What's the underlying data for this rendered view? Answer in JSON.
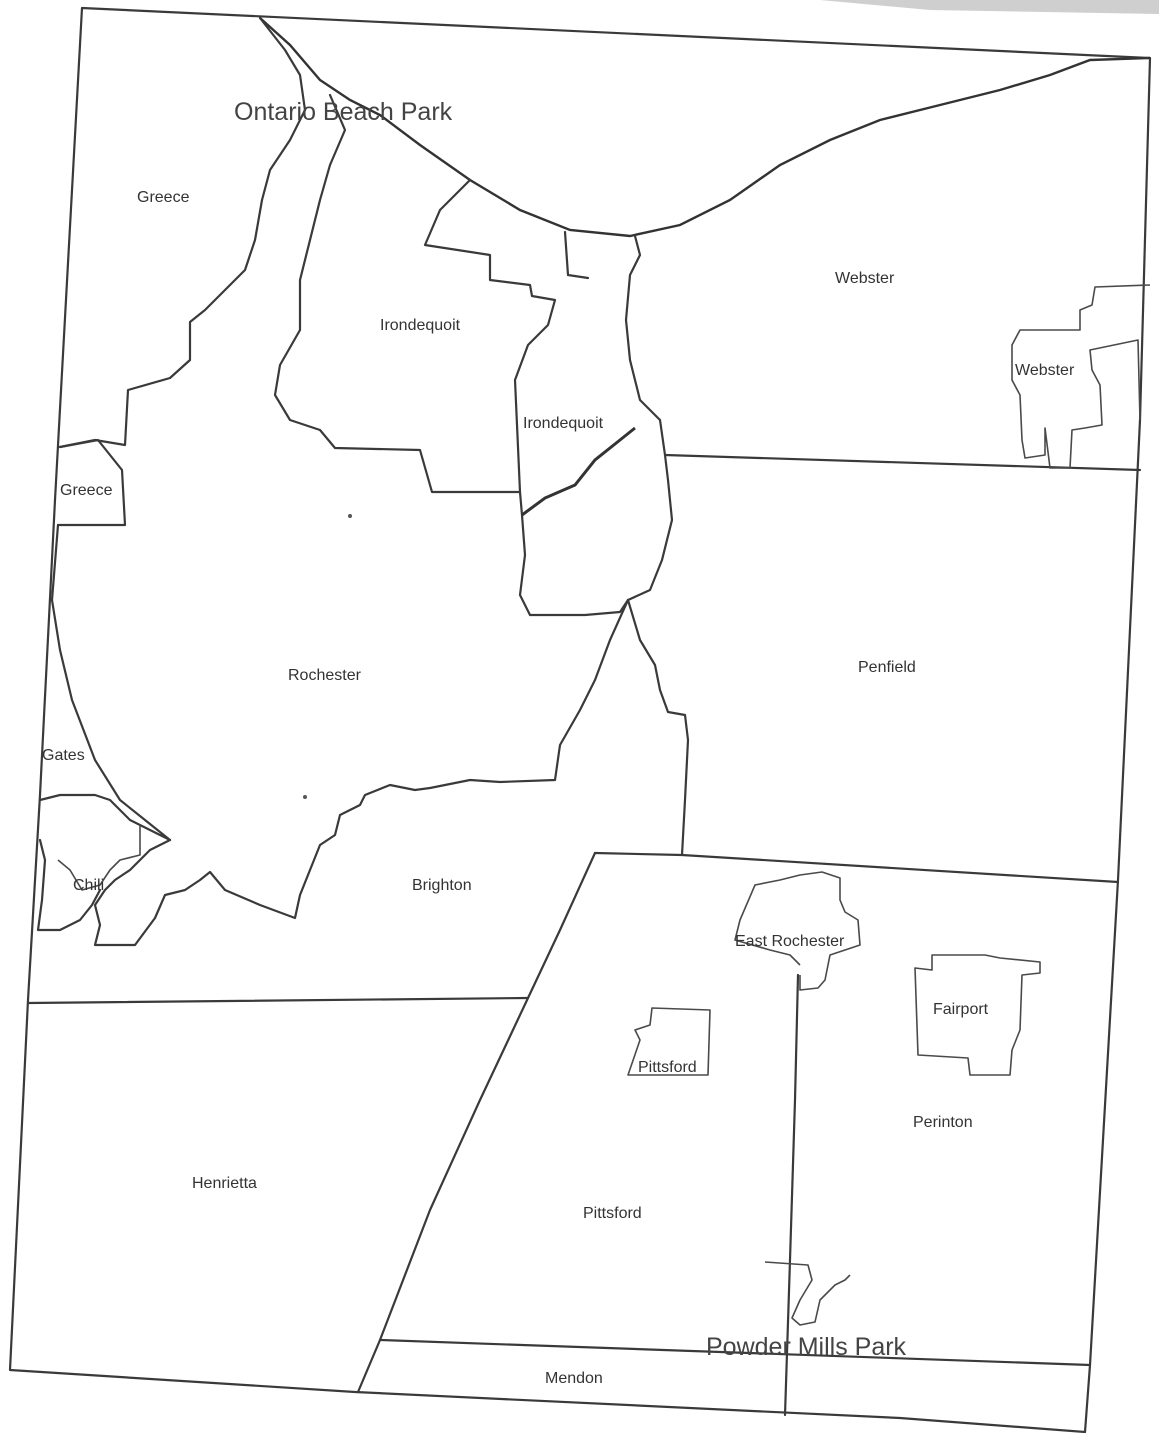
{
  "map": {
    "places": {
      "ontario_beach_park": "Ontario Beach Park",
      "powder_mills_park": "Powder Mills Park",
      "greece_north": "Greece",
      "greece_south": "Greece",
      "irondequoit_west": "Irondequoit",
      "irondequoit_east": "Irondequoit",
      "webster_town": "Webster",
      "webster_village": "Webster",
      "rochester": "Rochester",
      "gates": "Gates",
      "chili": "Chili",
      "penfield": "Penfield",
      "brighton": "Brighton",
      "east_rochester": "East Rochester",
      "fairport": "Fairport",
      "perinton": "Perinton",
      "pittsford_village": "Pittsford",
      "pittsford_town": "Pittsford",
      "henrietta": "Henrietta",
      "mendon": "Mendon"
    }
  }
}
